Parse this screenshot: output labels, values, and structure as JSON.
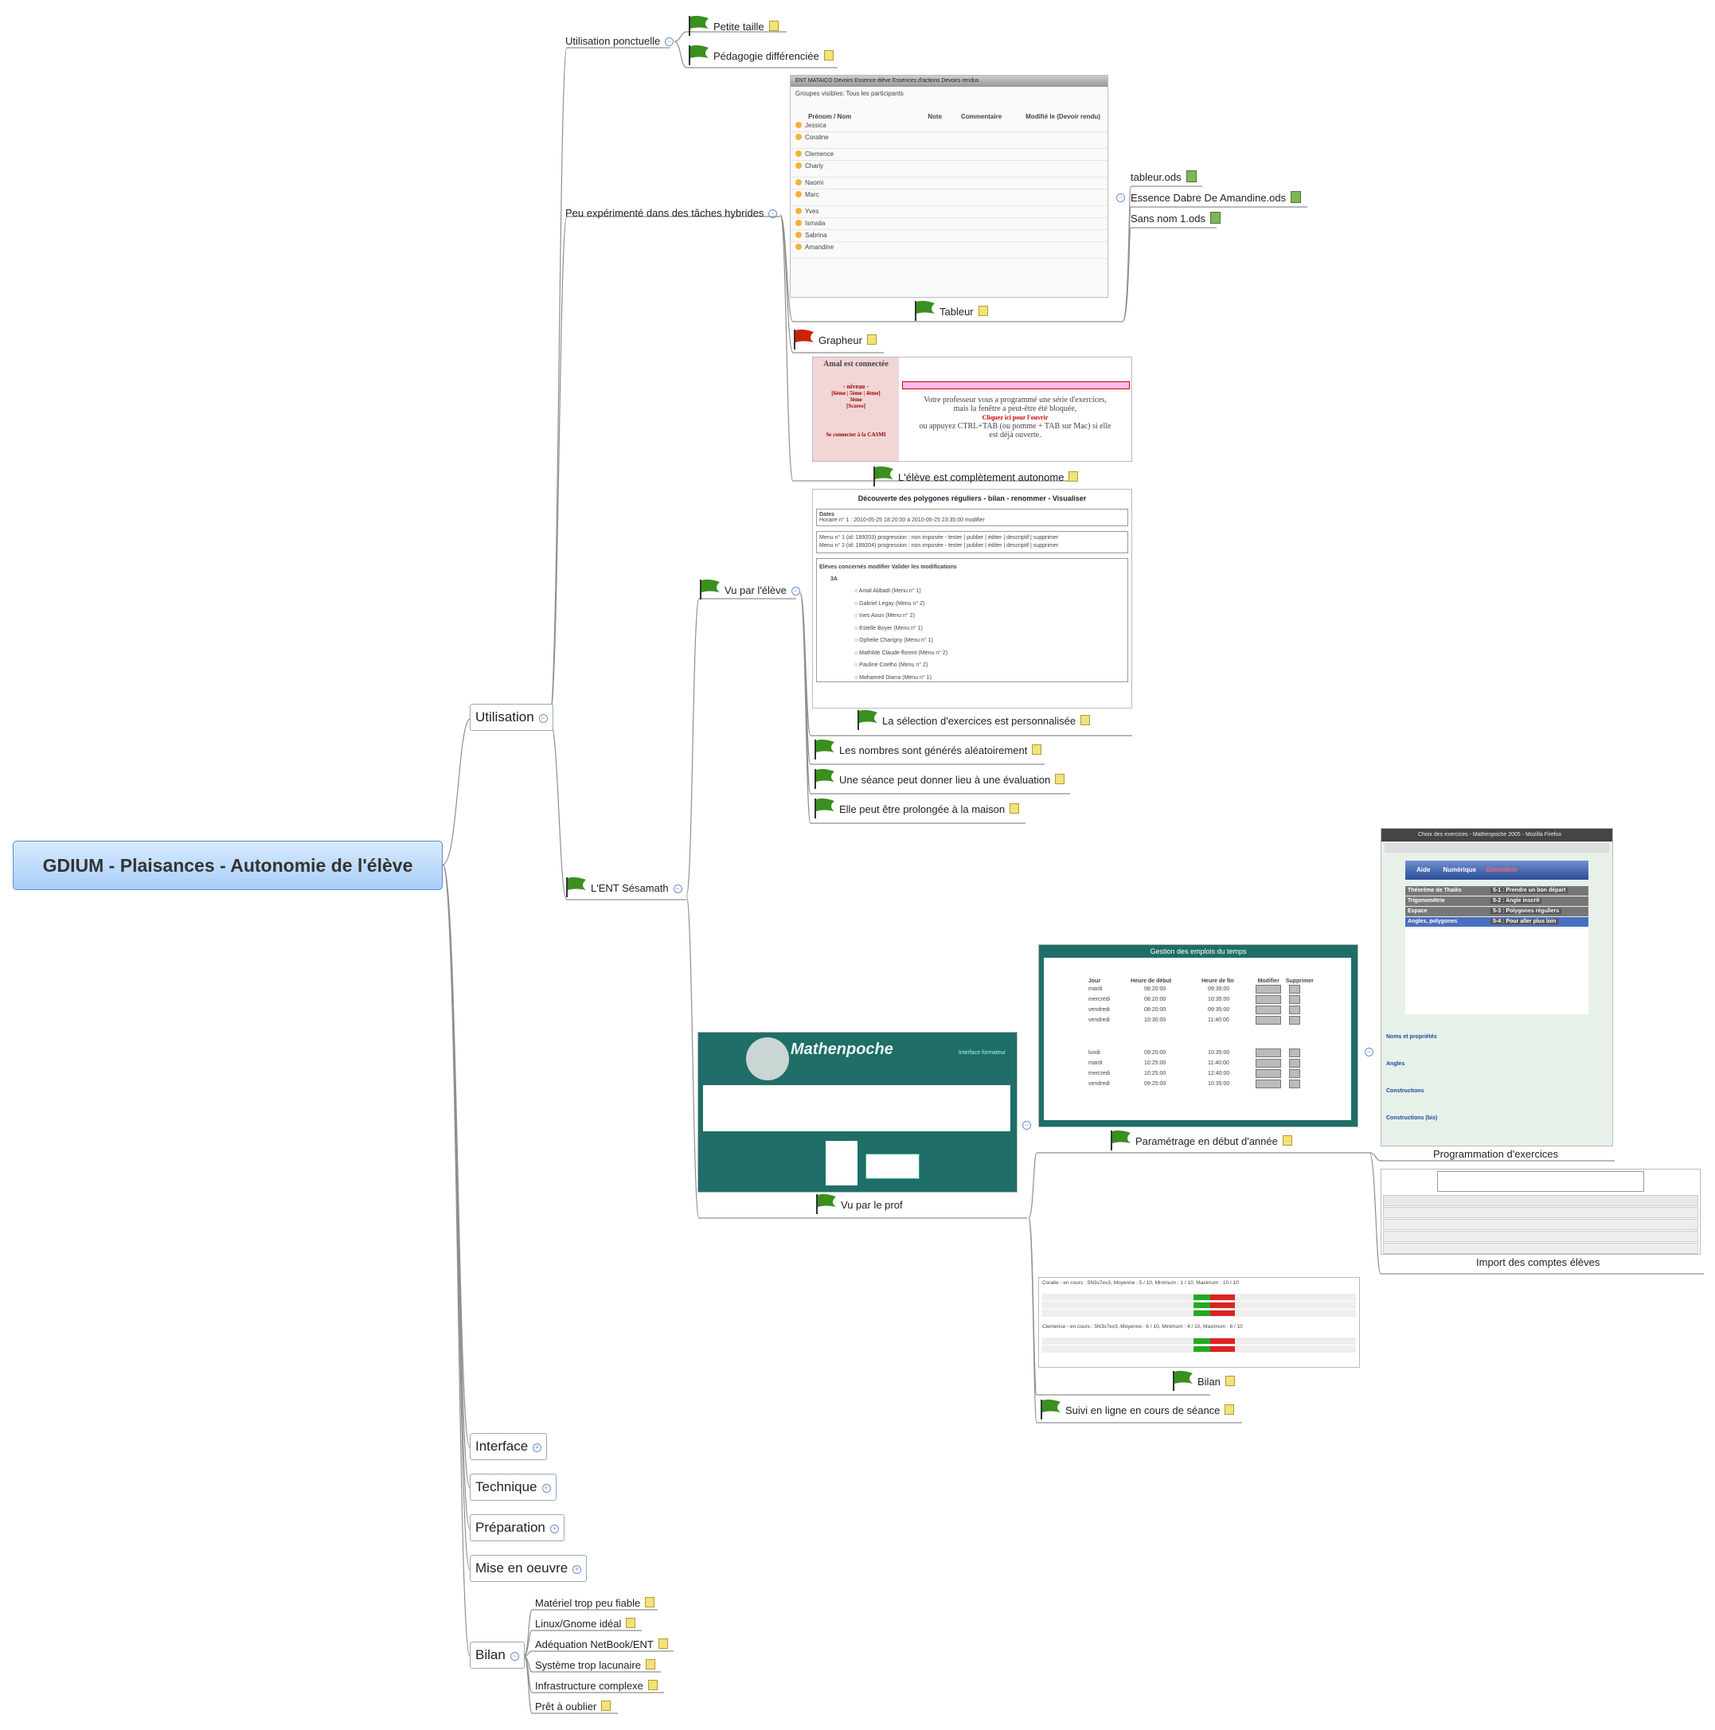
{
  "root": {
    "title": "GDIUM - Plaisances  - Autonomie de l'élève"
  },
  "branches": {
    "utilisation": "Utilisation",
    "interface": "Interface",
    "technique": "Technique",
    "preparation": "Préparation",
    "mise_en_oeuvre": "Mise en oeuvre",
    "bilan": "Bilan"
  },
  "utilisation": {
    "ponctuelle": {
      "label": "Utilisation ponctuelle",
      "children": [
        "Petite taille",
        "Pédagogie différenciée"
      ]
    },
    "hybride": {
      "label": "Peu expérimenté dans des tâches hybrides",
      "tableur": "Tableur",
      "files": [
        "tableur.ods",
        "Essence Dabre De Amandine.ods",
        "Sans nom 1.ods"
      ],
      "grapheur": "Grapheur",
      "autonome": "L'élève est complètement autonome"
    },
    "ent": {
      "label": "L'ENT Sésamath",
      "eleve": {
        "label": "Vu par l'élève",
        "children": [
          "La sélection d'exercices est personnalisée",
          "Les nombres sont générés aléatoirement",
          "Une séance peut donner lieu à une évaluation",
          "Elle peut être prolongée à la maison"
        ]
      },
      "prof": {
        "label": "Vu par le prof",
        "parametrage": "Paramétrage en début d'année",
        "programmation": "Programmation d'exercices",
        "import": "Import des comptes élèves",
        "bilan": "Bilan",
        "suivi": "Suivi en ligne en cours de séance"
      }
    }
  },
  "bilan_items": [
    "Matériel trop peu fiable",
    "Linux/Gnome idéal",
    "Adéquation NetBook/ENT",
    "Système trop lacunaire",
    "Infrastructure complexe",
    "Prêt à oublier"
  ],
  "shot_tableur": {
    "tabs": "ENT  MATAICO  Devoirs  Essence élève Essences d'actions  Devoirs rendus",
    "groupes": "Groupes visibles: Tous les participants",
    "headers": [
      "Prénom / Nom",
      "Note",
      "Commentaire",
      "Modifié le (Devoir rendu)"
    ],
    "students": [
      "Jessica",
      "Coraline",
      "Clemence",
      "Charly",
      "Naomi",
      "Marc",
      "Yves",
      "Ismaila",
      "Sabrina",
      "Amandine"
    ]
  },
  "shot_autonome": {
    "left": [
      "Amal est connectée",
      "- niveau -",
      "[6ème | 5ème | 4ème]",
      "3ème",
      "[Scores]",
      "Se connecter à la CASMI"
    ],
    "msg1": "Votre professeur vous a programmé une série d'exercices,",
    "msg2": "mais la fenêtre a peut-être été bloquée,",
    "msg3": "Cliquez ici pour l'ouvrir",
    "msg4": "ou appuyez CTRL+TAB (ou pomme + TAB sur Mac) si elle",
    "msg5": "est déjà ouverte."
  },
  "shot_selection": {
    "title": "Découverte des polygones réguliers - bilan - renommer - Visualiser",
    "dates": "Horaire n° 1 : 2010-05-25 18:20:00 à 2010-05-25 23:35:00 modifier",
    "menu1": "Menu n° 1 (id: 189203) progression : non imposée - tester | publier | éditer | descriptif | supprimer",
    "menu2": "Menu n° 2 (id: 189204) progression : non imposée - tester | publier | éditer | descriptif | supprimer",
    "concernes": "Elèves concernés modifier  Valider les modifications",
    "classe": "3A",
    "eleves": [
      "Amal Abbadi (Menu n° 1)",
      "Gabriel Legay (Menu n° 2)",
      "Ines Aoun (Menu n° 2)",
      "Estelle Boyer (Menu n° 1)",
      "Ophelie Charigny (Menu n° 1)",
      "Mathilde Claude-florent (Menu n° 2)",
      "Pauline Coelho (Menu n° 2)",
      "Mohamed Diarra (Menu n° 1)"
    ]
  },
  "shot_prof": {
    "logo": "Mathenpoche",
    "sub": "Interface formateur"
  },
  "shot_parametrage": {
    "title": "Gestion des emplois du temps",
    "cols": [
      "Jour",
      "Heure de début",
      "Heure de fin",
      "Modifier",
      "Supprimer"
    ],
    "rows3A": [
      [
        "mardi",
        "08:20:00",
        "09:35:00"
      ],
      [
        "mercredi",
        "08:20:00",
        "10:35:00"
      ],
      [
        "vendredi",
        "08:20:00",
        "09:35:00"
      ],
      [
        "vendredi",
        "10:30:00",
        "11:40:00"
      ]
    ],
    "rows4A": [
      [
        "lundi",
        "09:20:00",
        "10:35:00"
      ],
      [
        "mardi",
        "10:25:00",
        "11:40:00"
      ],
      [
        "mercredi",
        "10:25:00",
        "12:40:00"
      ],
      [
        "vendredi",
        "09:25:00",
        "10:35:00"
      ]
    ]
  },
  "shot_programmation": {
    "title": "Choix des exercices - Mathenpoche 2005 - Mozilla Firefox",
    "menu": [
      "Aide",
      "Numérique",
      "Géométrie"
    ],
    "items": [
      "Théorème de Thalès",
      "Trigonométrie",
      "Espace",
      "Angles, polygones"
    ],
    "sub": [
      "5-1 : Prendre un bon départ",
      "5-2 : Angle inscrit",
      "5-3 : Polygones réguliers",
      "5-4 : Pour aller plus loin"
    ],
    "lines": [
      "Noms et propriétés",
      "Angles",
      "Constructions",
      "Constructions (bis)"
    ]
  },
  "shot_bilan": {
    "s1": "Coralie - en cours : 5N3s7ex3, Moyenne : 5 / 10, Minimum : 1 / 10, Maximum : 10 / 10",
    "s2": "Clemence - en cours : 5N3s7ex3, Moyenne : 6 / 10, Minimum : 4 / 10, Maximum : 8 / 10"
  },
  "colors": {
    "root_bg": "#bcdcfa",
    "link": "#8a8a8a",
    "teal": "#1f6e67",
    "flag_green": "#3a8f1f",
    "flag_red": "#cc2200"
  }
}
